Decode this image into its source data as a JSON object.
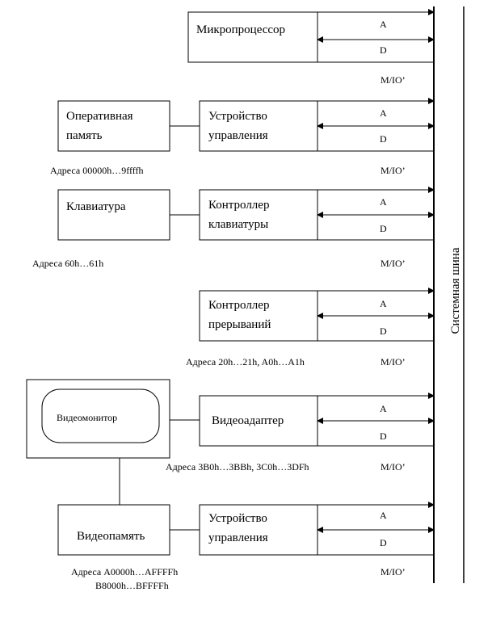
{
  "blocks": {
    "microprocessor": "Микропроцессор",
    "ram": [
      "Оперативная",
      "память"
    ],
    "ram_controller": [
      "Устройство",
      "управления"
    ],
    "keyboard": "Клавиатура",
    "keyboard_controller": [
      "Контроллер",
      "клавиатуры"
    ],
    "interrupt_controller": [
      "Контроллер",
      "прерываний"
    ],
    "video_monitor": "Видеомонитор",
    "video_adapter": "Видеоадаптер",
    "video_memory": "Видеопамять",
    "video_memory_controller": [
      "Устройство",
      "управления"
    ]
  },
  "signals": {
    "address": "A",
    "data": "D",
    "memory_io": "М/IO’"
  },
  "addresses": {
    "ram": "Адреса 00000h…9ffffh",
    "keyboard": "Адреса 60h…61h",
    "interrupts": "Адреса 20h…21h, A0h…A1h",
    "video_adapter": "Адреса 3B0h…3BBh, 3C0h…3DFh",
    "video_memory": [
      "Адреса A0000h…AFFFFh",
      "B8000h…BFFFFh"
    ]
  },
  "bus_label": "Системная шина"
}
